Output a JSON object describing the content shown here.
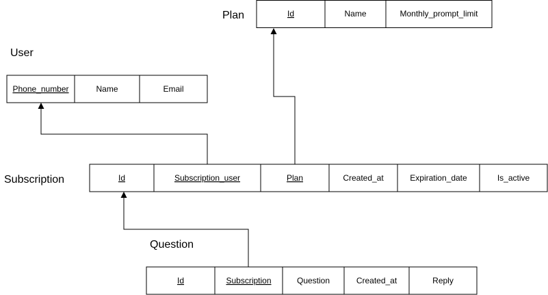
{
  "tables": {
    "plan": {
      "label": "Plan",
      "fields": [
        {
          "name": "Id",
          "key": true
        },
        {
          "name": "Name",
          "key": false
        },
        {
          "name": "Monthly_prompt_limit",
          "key": false
        }
      ]
    },
    "user": {
      "label": "User",
      "fields": [
        {
          "name": "Phone_number",
          "key": true
        },
        {
          "name": "Name",
          "key": false
        },
        {
          "name": "Email",
          "key": false
        }
      ]
    },
    "subscription": {
      "label": "Subscription",
      "fields": [
        {
          "name": "Id",
          "key": true
        },
        {
          "name": "Subscription_user",
          "key": true
        },
        {
          "name": "Plan",
          "key": true
        },
        {
          "name": "Created_at",
          "key": false
        },
        {
          "name": "Expiration_date",
          "key": false
        },
        {
          "name": "Is_active",
          "key": false
        }
      ]
    },
    "question": {
      "label": "Question",
      "fields": [
        {
          "name": "Id",
          "key": true
        },
        {
          "name": "Subscription",
          "key": true
        },
        {
          "name": "Question",
          "key": false
        },
        {
          "name": "Created_at",
          "key": false
        },
        {
          "name": "Reply",
          "key": false
        }
      ]
    }
  },
  "relationships": [
    {
      "from": "subscription.Subscription_user",
      "to": "user.Phone_number"
    },
    {
      "from": "subscription.Plan",
      "to": "plan.Id"
    },
    {
      "from": "question.Subscription",
      "to": "subscription.Id"
    }
  ],
  "colors": {
    "line": "#000000",
    "background": "#ffffff",
    "text": "#000000"
  }
}
